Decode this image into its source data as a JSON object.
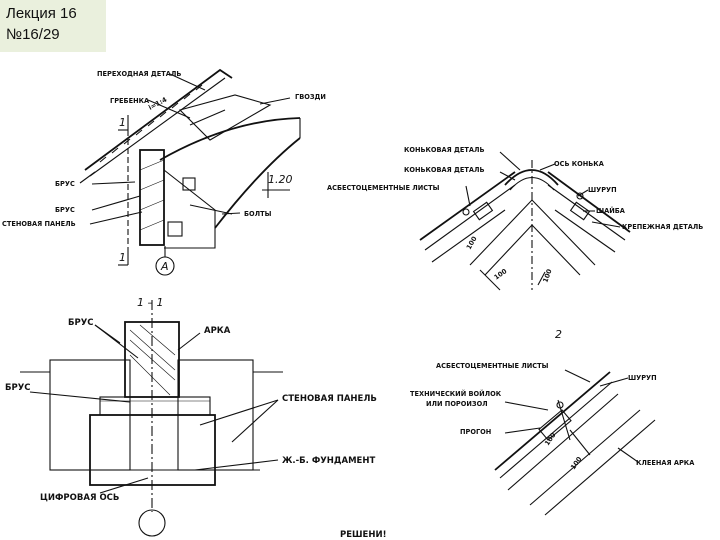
{
  "slide": {
    "title_line1": "Лекция 16",
    "title_line2": "№16/29"
  },
  "detail_a": {
    "labels": {
      "transition": "ПЕРЕХОДНАЯ ДЕТАЛЬ",
      "ridge": "ГРЕБЕНКА",
      "nails": "ГВОЗДИ",
      "beam1": "БРУС",
      "beam2": "БРУС",
      "wall_panel": "СТЕНОВАЯ ПАНЕЛЬ",
      "bolts": "БОЛТЫ",
      "slope_1_4": "i=1:4",
      "dim_120": "1.20",
      "mark_1_top": "1",
      "mark_1_bottom": "1",
      "callout": "A"
    }
  },
  "ridge_detail": {
    "labels": {
      "ridge_part_1": "КОНЬКОВАЯ ДЕТАЛЬ",
      "ridge_part_2": "КОНЬКОВАЯ ДЕТАЛЬ",
      "ridge_axis": "ОСЬ КОНЬКА",
      "asbestos": "АСБЕСТОЦЕМЕНТНЫЕ ЛИСТЫ",
      "screw": "ШУРУП",
      "washer": "ШАЙБА",
      "fastener": "КРЕПЕЖНАЯ ДЕТАЛЬ",
      "dim_100a": "100",
      "dim_100b": "100",
      "dim_100c": "100"
    }
  },
  "section_1_1": {
    "title": "1 – 1",
    "labels": {
      "beam_top": "БРУС",
      "arch": "АРКА",
      "beam_left": "БРУС",
      "wall_panel": "СТЕНОВАЯ ПАНЕЛЬ",
      "foundation": "Ж.-Б. ФУНДАМЕНТ",
      "axis": "ЦИФРОВАЯ ОСЬ"
    }
  },
  "detail_2": {
    "title": "2",
    "labels": {
      "asbestos": "АСБЕСТОЦЕМЕНТНЫЕ ЛИСТЫ",
      "screw": "ШУРУП",
      "felt_line1": "ТЕХНИЧЕСКИЙ ВОЙЛОК",
      "felt_line2": "ИЛИ ПОРОИЗОЛ",
      "purlin": "ПРОГОН",
      "glued_arch": "КЛЕЕНАЯ АРКА",
      "dim_100a": "100",
      "dim_100b": "100"
    }
  },
  "footer": {
    "text": "РЕШЕНИ!"
  }
}
